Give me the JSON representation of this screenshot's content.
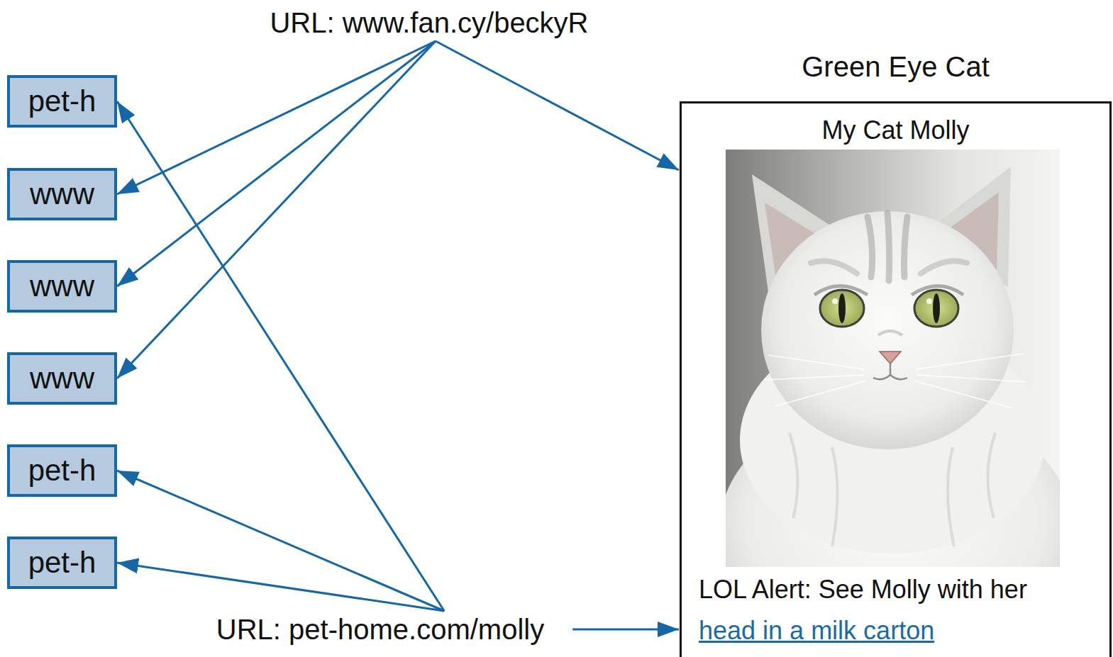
{
  "diagram": {
    "nodes": [
      {
        "text": [
          "URL: www.fan.cy/beckyR"
        ]
      },
      {
        "text": [
          "pet-h"
        ]
      },
      {
        "text": [
          "Green Eye Cat",
          "My Cat Molly",
          "LOL Alert: See Molly with her",
          "head in a milk carton"
        ]
      },
      {
        "text": [
          "www"
        ]
      },
      {
        "text": [
          "www"
        ]
      },
      {
        "text": [
          "www"
        ]
      },
      {
        "text": [
          "pet-h"
        ]
      },
      {
        "text": [
          "pet-h"
        ]
      },
      {
        "text": [
          "URL: pet-home.com/molly"
        ]
      }
    ],
    "edges": [
      {
        "from": 0,
        "to": 3,
        "arrow": "to"
      },
      {
        "from": 0,
        "to": 4,
        "arrow": "to"
      },
      {
        "from": 0,
        "to": 5,
        "arrow": "to"
      },
      {
        "from": 0,
        "to": 2,
        "arrow": "to"
      },
      {
        "from": 8,
        "to": 1,
        "arrow": "to"
      },
      {
        "from": 8,
        "to": 6,
        "arrow": "to"
      },
      {
        "from": 8,
        "to": 7,
        "arrow": "to"
      },
      {
        "from": 8,
        "to": 2,
        "arrow": "to"
      }
    ]
  }
}
